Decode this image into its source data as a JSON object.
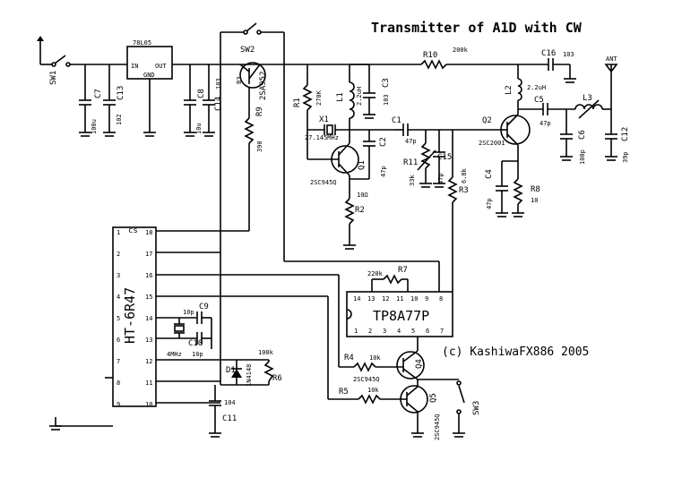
{
  "title": "Transmitter of A1D with CW",
  "credit": "(c) KashiwaFX886 2005",
  "switches": {
    "sw1": "SW1",
    "sw2": "SW2",
    "sw3": "SW3"
  },
  "regulator": {
    "part": "78L05",
    "in": "IN",
    "out": "OUT",
    "gnd": "GND"
  },
  "capacitors": {
    "c7": {
      "ref": "C7",
      "value": "100u"
    },
    "c13": {
      "ref": "C13",
      "value": "102"
    },
    "c8": {
      "ref": "C8",
      "value": "10u"
    },
    "c14": {
      "ref": "C14",
      "value": "103"
    },
    "c3": {
      "ref": "C3",
      "value": "103"
    },
    "c1": {
      "ref": "C1",
      "value": "47p"
    },
    "c2": {
      "ref": "C2",
      "value": "47p"
    },
    "c15": {
      "ref": "C15",
      "value": "47p"
    },
    "c4": {
      "ref": "C4",
      "value": "47p"
    },
    "c16": {
      "ref": "C16",
      "value": "103"
    },
    "c5": {
      "ref": "C5",
      "value": "47p"
    },
    "c6": {
      "ref": "C6",
      "value": "100p"
    },
    "c12": {
      "ref": "C12",
      "value": "39p"
    },
    "c9": {
      "ref": "C9",
      "value": "10p"
    },
    "c10": {
      "ref": "C10",
      "value": "10p"
    },
    "c11": {
      "ref": "C11",
      "value": "104"
    }
  },
  "resistors": {
    "r1": {
      "ref": "R1",
      "value": "270K"
    },
    "r9": {
      "ref": "R9",
      "value": "390"
    },
    "r10": {
      "ref": "R10",
      "value": "200k"
    },
    "r2": {
      "ref": "R2",
      "value": "10Ω"
    },
    "r11": {
      "ref": "R11",
      "value": "33k"
    },
    "r3": {
      "ref": "R3",
      "value": "6.8k"
    },
    "r8": {
      "ref": "R8",
      "value": "10"
    },
    "r7": {
      "ref": "R7",
      "value": "220k"
    },
    "r6": {
      "ref": "R6",
      "value": "100k"
    },
    "r4": {
      "ref": "R4",
      "value": "10k"
    },
    "r5": {
      "ref": "R5",
      "value": "10k"
    }
  },
  "inductors": {
    "l1": {
      "ref": "L1",
      "value": "2.2uH"
    },
    "l2": {
      "ref": "L2",
      "value": "2.2uH"
    },
    "l3": {
      "ref": "L3"
    }
  },
  "transistors": {
    "sw2tr": {
      "part": "2SA952",
      "pin": "B3"
    },
    "q1": {
      "ref": "Q1",
      "part": "2SC945Q"
    },
    "q2": {
      "ref": "Q2",
      "part": "2SC2001"
    },
    "q4": {
      "ref": "Q4",
      "part": "2SC945Q"
    },
    "q5": {
      "ref": "Q5",
      "part": "2SC945Q"
    }
  },
  "crystal": {
    "ref": "X1",
    "value": "27.145MHz"
  },
  "crystal2": {
    "value": "4MHz"
  },
  "diode": {
    "ref": "D1",
    "part": "1N4148"
  },
  "antenna": "ANT",
  "ic_pic": {
    "part": "HT-6R47",
    "mark": "cs",
    "pins_left": [
      "1",
      "2",
      "3",
      "4",
      "5",
      "6",
      "7",
      "8",
      "9"
    ],
    "pins_right": [
      "18",
      "17",
      "16",
      "15",
      "14",
      "13",
      "12",
      "11",
      "10"
    ]
  },
  "ic_tp": {
    "part": "TP8A77P",
    "pins_top": [
      "14",
      "13",
      "12",
      "11",
      "10",
      "9",
      "8"
    ],
    "pins_bottom": [
      "1",
      "2",
      "3",
      "4",
      "5",
      "6",
      "7"
    ]
  }
}
